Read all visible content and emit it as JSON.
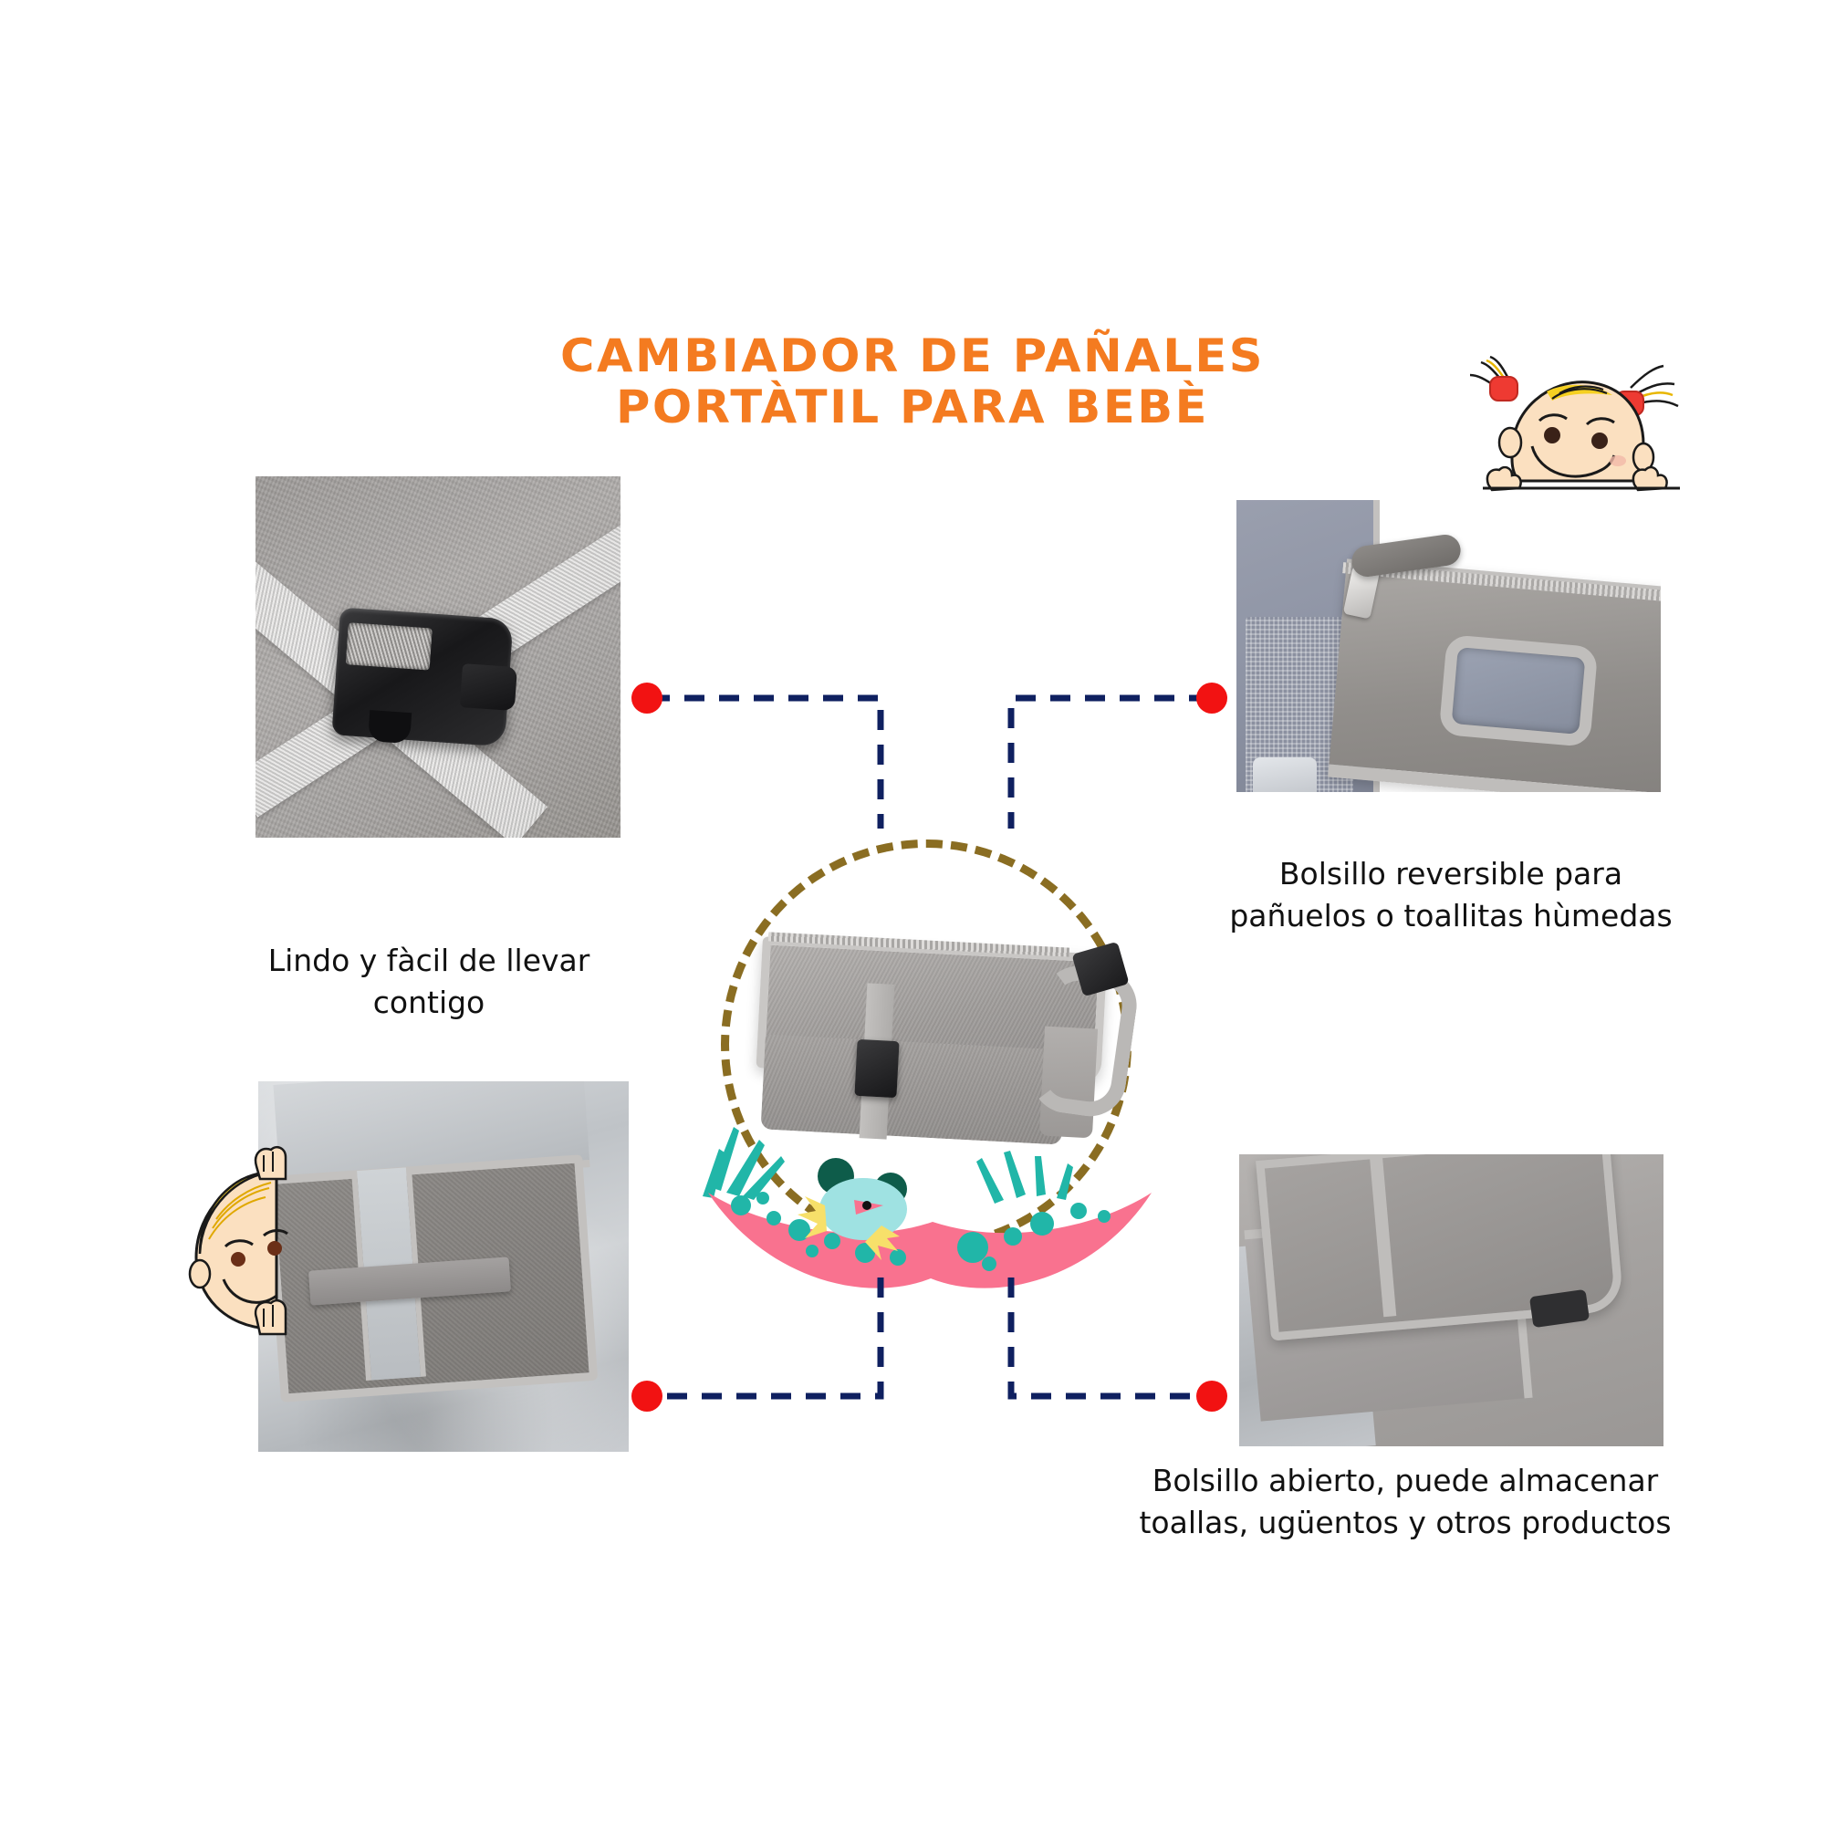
{
  "title": {
    "line1": "Cambiador de pañales",
    "line2": "Portàtil para bebè",
    "color": "#F47B20"
  },
  "colors": {
    "title_orange": "#F47B20",
    "connector_navy": "#0F2060",
    "dot_red": "#F21212",
    "circle_dash_olive": "#8A6D22",
    "decor_pink": "#F9728F",
    "decor_teal": "#21B6A8",
    "decor_dark_green": "#0E5C4A",
    "decor_yellow": "#F7E06A",
    "product_gray": "#A09D9B"
  },
  "features": [
    {
      "id": "buckle",
      "caption": "Lindo y fàcil de llevar\ncontigo",
      "photo_name": "photo-buckle-strap",
      "photo_alt": "Hebilla de liberación lateral negra sobre correas grises"
    },
    {
      "id": "wipes-pocket",
      "caption": "Bolsillo reversible para\npañuelos o toallitas hùmedas",
      "photo_name": "photo-reversible-wipes-pocket",
      "photo_alt": "Bolsillo con cremallera y ventana para toallitas"
    },
    {
      "id": "changing-pad",
      "caption": "",
      "photo_name": "photo-waterproof-changing-pad",
      "photo_alt": "Cambiador desplegado con superficie impermeable plateada"
    },
    {
      "id": "open-pocket",
      "caption": "Bolsillo abierto, puede almacenar\ntoallas, ugüentos y otros productos",
      "photo_name": "photo-open-storage-pocket",
      "photo_alt": "Bolsillos abiertos grises con lengüeta negra"
    }
  ],
  "center": {
    "product_name": "Cambiador de pañales portàtil plegado",
    "circle_style": "dashed"
  },
  "mascots": [
    {
      "id": "girl",
      "name": "baby-girl-mascot",
      "desc": "Bebè niña con coletas amarillas y pinzas rojas"
    },
    {
      "id": "boy",
      "name": "baby-boy-mascot",
      "desc": "Bebè niño rubio asomándose"
    }
  ],
  "decor": {
    "name": "pink-crescent-with-chick",
    "desc": "Media luna rosa con lunares turquesa, pollito y hierba"
  }
}
